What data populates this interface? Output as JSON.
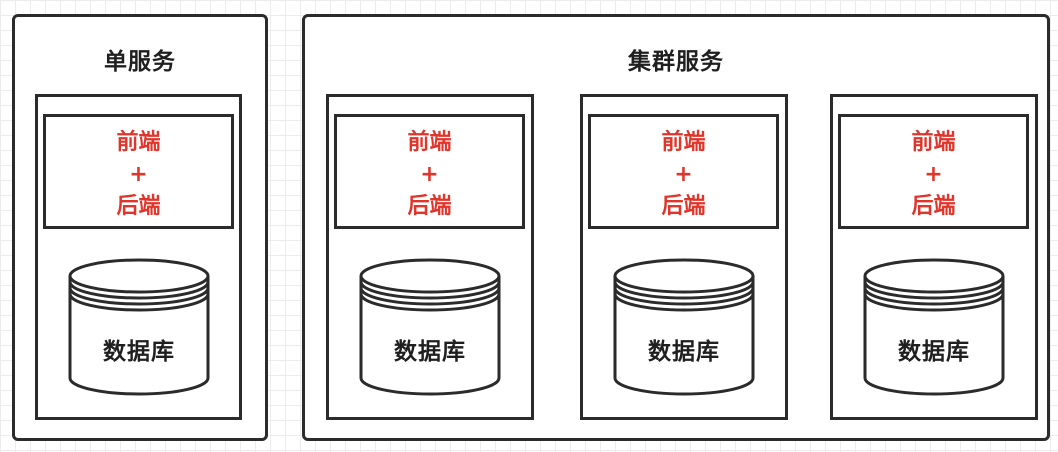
{
  "colors": {
    "stroke": "#2b2b2b",
    "accent_red": "#e0352b",
    "grid": "#ececec"
  },
  "single_service": {
    "title": "单服务",
    "nodes": [
      {
        "app": {
          "frontend": "前端",
          "plus": "+",
          "backend": "后端"
        },
        "db_label": "数据库"
      }
    ]
  },
  "cluster_service": {
    "title": "集群服务",
    "nodes": [
      {
        "app": {
          "frontend": "前端",
          "plus": "+",
          "backend": "后端"
        },
        "db_label": "数据库"
      },
      {
        "app": {
          "frontend": "前端",
          "plus": "+",
          "backend": "后端"
        },
        "db_label": "数据库"
      },
      {
        "app": {
          "frontend": "前端",
          "plus": "+",
          "backend": "后端"
        },
        "db_label": "数据库"
      }
    ]
  }
}
